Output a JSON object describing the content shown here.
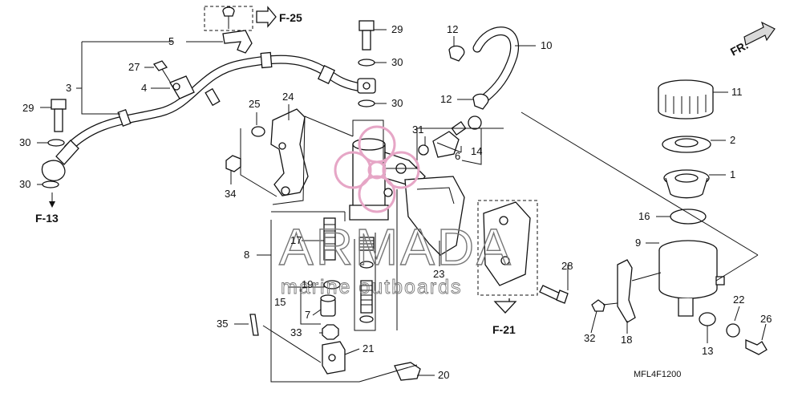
{
  "callouts": [
    "1",
    "2",
    "3",
    "4",
    "5",
    "6",
    "7",
    "8",
    "9",
    "10",
    "11",
    "12",
    "12",
    "13",
    "14",
    "15",
    "16",
    "17",
    "18",
    "19",
    "20",
    "21",
    "22",
    "23",
    "24",
    "25",
    "26",
    "27",
    "28",
    "29",
    "29",
    "30",
    "30",
    "30",
    "30",
    "31",
    "32",
    "33",
    "34",
    "35"
  ],
  "refs": [
    "F-25",
    "F-13",
    "F-21"
  ],
  "direction_label": "FR.",
  "diagram_code": "MFL4F1200",
  "watermark": {
    "brand": "ARMADA",
    "tagline": "marine outboards",
    "color": "#e6a6c6"
  }
}
